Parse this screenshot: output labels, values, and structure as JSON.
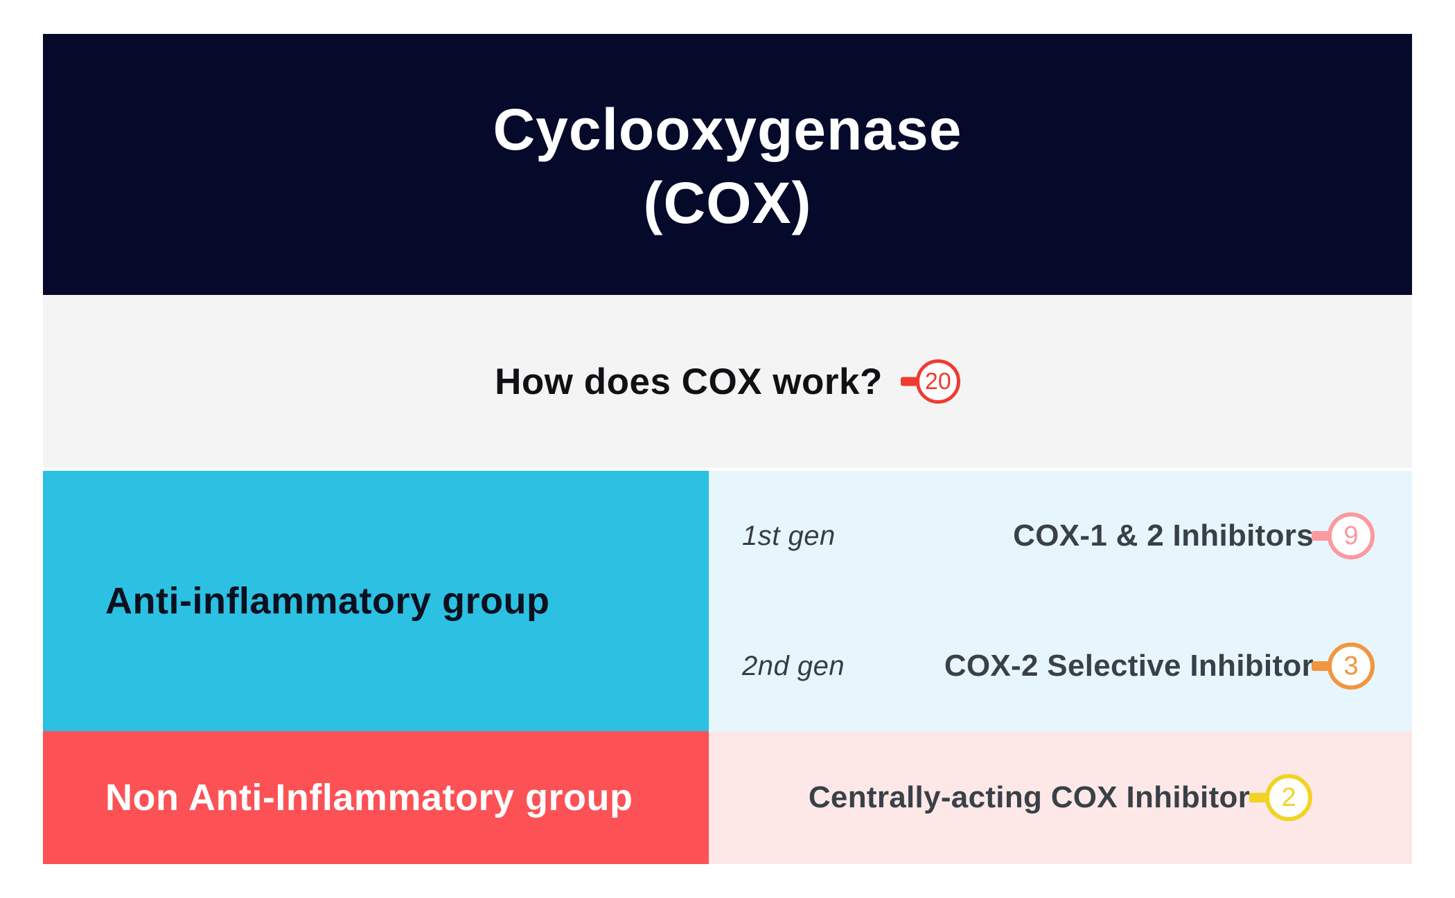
{
  "header": {
    "title_line1": "Cyclooxygenase",
    "title_line2": "(COX)"
  },
  "question": {
    "text": "How does COX work?",
    "badge": "20"
  },
  "groups": [
    {
      "name": "Anti-inflammatory group",
      "rows": [
        {
          "gen": "1st gen",
          "label": "COX-1 & 2 Inhibitors",
          "badge": "9"
        },
        {
          "gen": "2nd gen",
          "label": "COX-2 Selective Inhibitor",
          "badge": "3"
        }
      ]
    },
    {
      "name": "Non Anti-Inflammatory group",
      "rows": [
        {
          "gen": "",
          "label": "Centrally-acting COX Inhibitor",
          "badge": "2"
        }
      ]
    }
  ],
  "colors": {
    "header_bg": "#050a2b",
    "question_bg": "#f4f4f4",
    "anti_inflammatory_bg": "#2cc0e2",
    "anti_inflammatory_panel_bg": "#e7f6fd",
    "non_anti_inflammatory_bg": "#fc5256",
    "non_anti_inflammatory_panel_bg": "#fde8e7",
    "badge_20": "#ef3b30",
    "badge_9": "#fb99a0",
    "badge_3": "#f1963f",
    "badge_2": "#f2d324"
  }
}
